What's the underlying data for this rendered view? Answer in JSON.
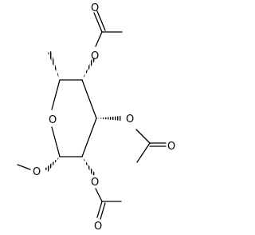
{
  "molecule": {
    "atoms": {
      "ring_oxygen": "O",
      "acetoxy_top_oxygen": "O",
      "acetoxy_top_carbonyl_oxygen": "O",
      "acetoxy_right_oxygen": "O",
      "acetoxy_right_carbonyl_oxygen": "O",
      "acetoxy_bottom_oxygen": "O",
      "acetoxy_bottom_carbonyl_oxygen": "O",
      "methoxy_oxygen": "O"
    },
    "colors": {
      "bond": "#000000",
      "label": "#000000",
      "background": "#ffffff"
    }
  }
}
